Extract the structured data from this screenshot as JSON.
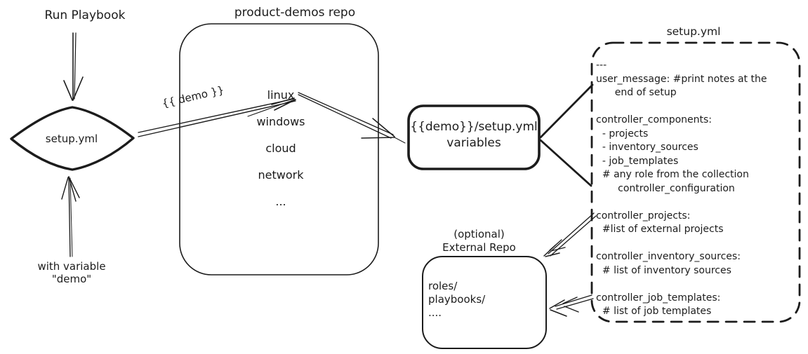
{
  "left_flow": {
    "run_playbook": "Run Playbook",
    "with_variable_line1": "with variable",
    "with_variable_line2": "\"demo\"",
    "diamond_label": "setup.yml"
  },
  "repo": {
    "title": "product-demos repo",
    "edge_label": "{{ demo }}",
    "items": [
      "linux",
      "windows",
      "cloud",
      "network",
      "..."
    ]
  },
  "variables_box": {
    "line1": "{{demo}}/setup.yml",
    "line2": "variables"
  },
  "setup_file": {
    "title": "setup.yml",
    "content": "---\nuser_message: #print notes at the\n      end of setup\n\ncontroller_components:\n  - projects\n  - inventory_sources\n  - job_templates\n  # any role from the collection\n       controller_configuration\n\ncontroller_projects:\n  #list of external projects\n\ncontroller_inventory_sources:\n  # list of inventory sources\n\ncontroller_job_templates:\n  # list of job templates"
  },
  "external_repo": {
    "label_line1": "(optional)",
    "label_line2": "External Repo",
    "content": "roles/\nplaybooks/\n...."
  },
  "colors": {
    "ink": "#1c1c1c",
    "background": "#ffffff"
  }
}
